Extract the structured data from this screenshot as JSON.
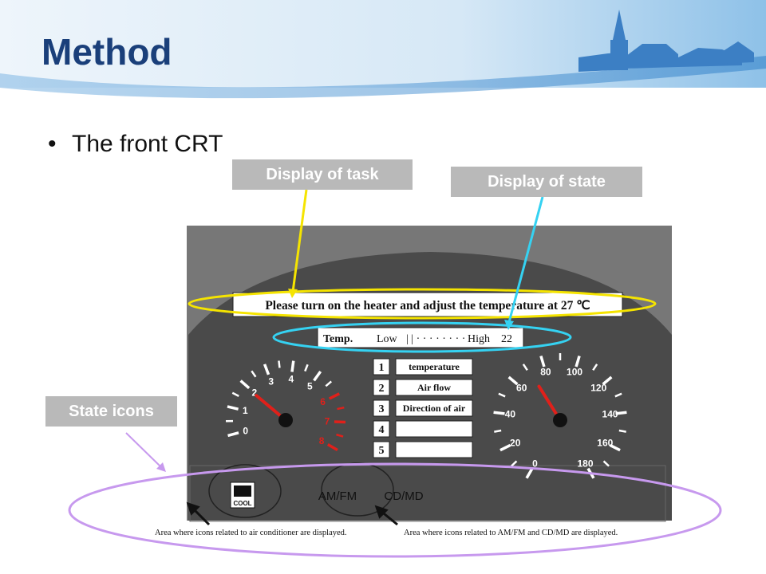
{
  "slide": {
    "title": "Method",
    "bullet": "The front CRT",
    "colors": {
      "title": "#1a3f7a",
      "callout_bg": "#b9b9b9",
      "yellow": "#f5e400",
      "cyan": "#35d2f2",
      "violet": "#c799ee"
    }
  },
  "callouts": {
    "task": "Display of task",
    "state": "Display of state",
    "icons": "State icons"
  },
  "crt": {
    "task_message": "Please turn on the heater and adjust the temperature at 27 ℃",
    "state_bar": {
      "label": "Temp.",
      "low": "Low",
      "bars": "| | · · · · · · · ·",
      "high": "High",
      "value": "22"
    },
    "menu": [
      {
        "num": "1",
        "label": "temperature"
      },
      {
        "num": "2",
        "label": "Air flow"
      },
      {
        "num": "3",
        "label": "Direction of air"
      },
      {
        "num": "4",
        "label": ""
      },
      {
        "num": "5",
        "label": ""
      }
    ],
    "tach_labels": [
      "0",
      "1",
      "2",
      "3",
      "4",
      "5",
      "6",
      "7",
      "8"
    ],
    "speed_labels": [
      "0",
      "20",
      "40",
      "60",
      "80",
      "100",
      "120",
      "140",
      "160",
      "180"
    ],
    "cool_icon_text": "COOL",
    "am_fm": "AM/FM",
    "cd_md": "CD/MD",
    "caption_left": "Area where icons related to air conditioner are displayed.",
    "caption_right": "Area where icons related to AM/FM and CD/MD are displayed."
  }
}
